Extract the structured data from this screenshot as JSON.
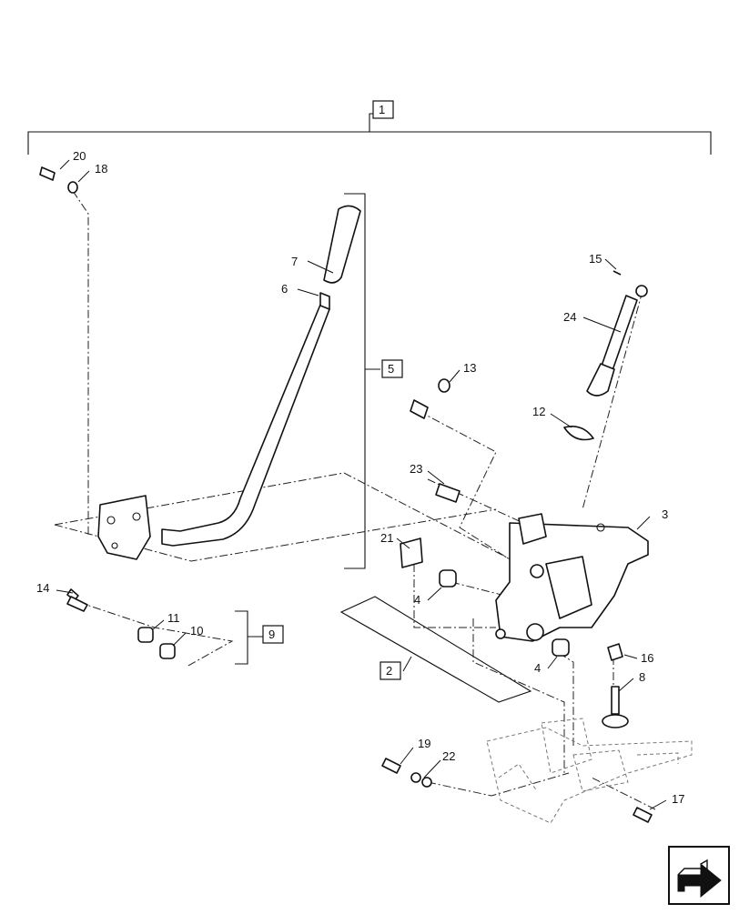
{
  "diagram": {
    "assembly_labels": {
      "a1": "1",
      "a2": "2",
      "a5": "5",
      "a9": "9"
    },
    "callouts": {
      "c3": "3",
      "c4a": "4",
      "c4b": "4",
      "c6": "6",
      "c7": "7",
      "c8": "8",
      "c10": "10",
      "c11": "11",
      "c12": "12",
      "c13": "13",
      "c14": "14",
      "c15": "15",
      "c16": "16",
      "c17": "17",
      "c18": "18",
      "c19": "19",
      "c20": "20",
      "c21": "21",
      "c22": "22",
      "c23": "23",
      "c24": "24"
    }
  },
  "nav": {
    "icon": "next-page-arrow-icon"
  }
}
